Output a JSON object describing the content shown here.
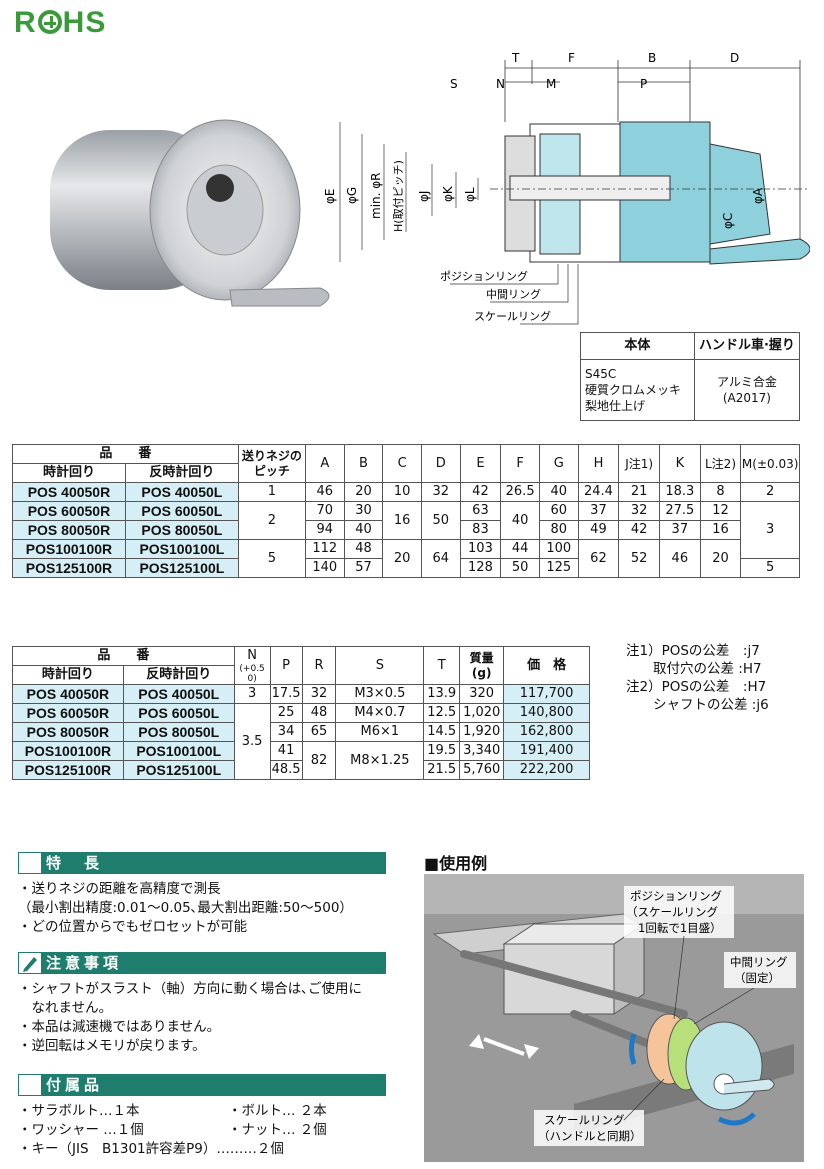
{
  "rohs": "R HS",
  "diagram": {
    "dims_top": [
      "T",
      "F",
      "B",
      "D"
    ],
    "dims_mid": [
      "S",
      "N",
      "M",
      "P"
    ],
    "dims_left": [
      "φE",
      "φG",
      "min. φR",
      "H(取付ピッチ)",
      "φJ",
      "φK",
      "φL"
    ],
    "dims_right": [
      "φC",
      "φA"
    ],
    "callouts": [
      "ポジションリング",
      "中間リング",
      "スケールリング"
    ]
  },
  "material": {
    "headers": [
      "本体",
      "ハンドル車·握り"
    ],
    "body": [
      "S45C",
      "硬質クロムメッキ",
      "梨地仕上げ"
    ],
    "handle": [
      "アルミ合金",
      "(A2017)"
    ]
  },
  "table1": {
    "h_part": "品　　番",
    "h_cw": "時計回り",
    "h_ccw": "反時計回り",
    "h_pitch": "送りネジのピッチ",
    "h_cols": [
      "A",
      "B",
      "C",
      "D",
      "E",
      "F",
      "G",
      "H"
    ],
    "h_j": "J注1)",
    "h_k": "K",
    "h_l": "L注2)",
    "h_m": "M(±0.03)",
    "rows": [
      {
        "cw": "POS 40050R",
        "ccw": "POS 40050L"
      },
      {
        "cw": "POS 60050R",
        "ccw": "POS 60050L"
      },
      {
        "cw": "POS 80050R",
        "ccw": "POS 80050L"
      },
      {
        "cw": "POS100100R",
        "ccw": "POS100100L"
      },
      {
        "cw": "POS125100R",
        "ccw": "POS125100L"
      }
    ],
    "v": {
      "pitch": [
        "1",
        "2",
        "5"
      ],
      "A": [
        "46",
        "70",
        "94",
        "112",
        "140"
      ],
      "B": [
        "20",
        "30",
        "40",
        "48",
        "57"
      ],
      "C": [
        "10",
        "16",
        "20"
      ],
      "D": [
        "32",
        "50",
        "64"
      ],
      "E": [
        "42",
        "63",
        "83",
        "103",
        "128"
      ],
      "F": [
        "26.5",
        "40",
        "44",
        "50"
      ],
      "G": [
        "40",
        "60",
        "80",
        "100",
        "125"
      ],
      "H": [
        "24.4",
        "37",
        "49",
        "62"
      ],
      "J": [
        "21",
        "32",
        "42",
        "52"
      ],
      "K": [
        "18.3",
        "27.5",
        "37",
        "46"
      ],
      "L": [
        "8",
        "12",
        "16",
        "20"
      ],
      "M": [
        "2",
        "3",
        "5"
      ]
    }
  },
  "table2": {
    "h_part": "品　　番",
    "h_cw": "時計回り",
    "h_ccw": "反時計回り",
    "h_n": "N",
    "h_n_tol": "(+0.5 0)",
    "h_p": "P",
    "h_r": "R",
    "h_s": "S",
    "h_t": "T",
    "h_mass": "質量(g)",
    "h_price": "価　格",
    "rows": [
      {
        "cw": "POS 40050R",
        "ccw": "POS 40050L"
      },
      {
        "cw": "POS 60050R",
        "ccw": "POS 60050L"
      },
      {
        "cw": "POS 80050R",
        "ccw": "POS 80050L"
      },
      {
        "cw": "POS100100R",
        "ccw": "POS100100L"
      },
      {
        "cw": "POS125100R",
        "ccw": "POS125100L"
      }
    ],
    "v": {
      "N": [
        "3",
        "3.5"
      ],
      "P": [
        "17.5",
        "25",
        "34",
        "41",
        "48.5"
      ],
      "R": [
        "32",
        "48",
        "65",
        "82"
      ],
      "S": [
        "M3×0.5",
        "M4×0.7",
        "M6×1",
        "M8×1.25"
      ],
      "T": [
        "13.9",
        "12.5",
        "14.5",
        "19.5",
        "21.5"
      ],
      "mass": [
        "320",
        "1,020",
        "1,920",
        "3,340",
        "5,760"
      ],
      "price": [
        "117,700",
        "140,800",
        "162,800",
        "191,400",
        "222,200"
      ]
    }
  },
  "notes": [
    "注1）POSの公差　:j7",
    "　　取付穴の公差 :H7",
    "注2）POSの公差　:H7",
    "　　シャフトの公差 :j6"
  ],
  "features": {
    "title": "特　長",
    "lines": [
      "・送りネジの距離を高精度で測長",
      "（最小割出精度:0.01〜0.05､最大割出距離:50〜500）",
      "・どの位置からでもゼロセットが可能"
    ]
  },
  "cautions": {
    "title": "注意事項",
    "lines": [
      "・シャフトがスラスト（軸）方向に動く場合は､ご使用に",
      "　なれません。",
      "・本品は減速機ではありません。",
      "・逆回転はメモリが戻ります。"
    ]
  },
  "accessories": {
    "title": "付属品",
    "items": [
      "・サラボルト…１本",
      "・ボルト… ２本",
      "・ワッシャー …１個",
      "・ナット… ２個",
      "・キー（JIS　B1301許容差P9）………２個"
    ]
  },
  "usage": {
    "title": "■使用例",
    "callout1": [
      "ポジションリング",
      "（スケールリング",
      "1回転で1目盛）"
    ],
    "callout2": [
      "中間リング",
      "（固定）"
    ],
    "callout3": [
      "スケールリング",
      "（ハンドルと同期）"
    ]
  }
}
